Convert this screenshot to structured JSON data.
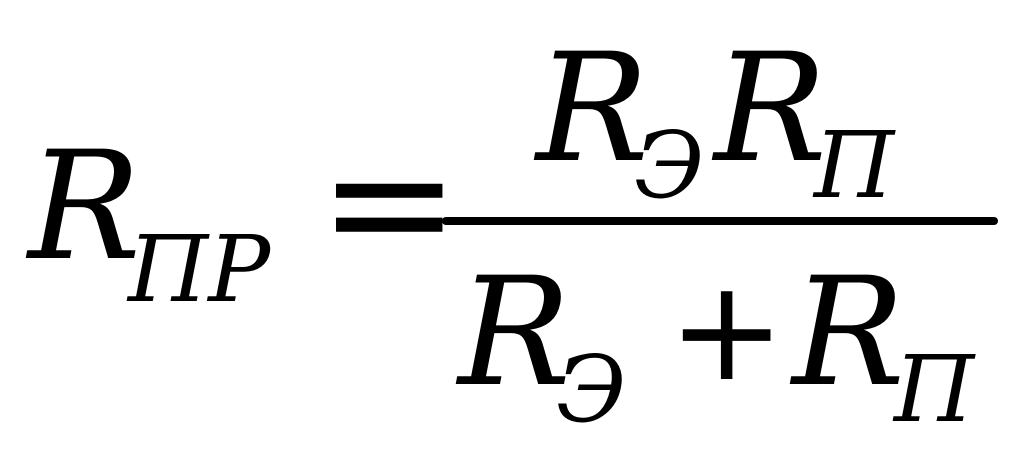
{
  "formula": {
    "lhs": {
      "symbol": "R",
      "subscript": "ПР"
    },
    "equals": "=",
    "numerator": {
      "term1": {
        "symbol": "R",
        "subscript": "Э"
      },
      "term2": {
        "symbol": "R",
        "subscript": "П"
      }
    },
    "denominator": {
      "term1": {
        "symbol": "R",
        "subscript": "Э"
      },
      "operator": "+",
      "term2": {
        "symbol": "R",
        "subscript": "П"
      }
    }
  }
}
